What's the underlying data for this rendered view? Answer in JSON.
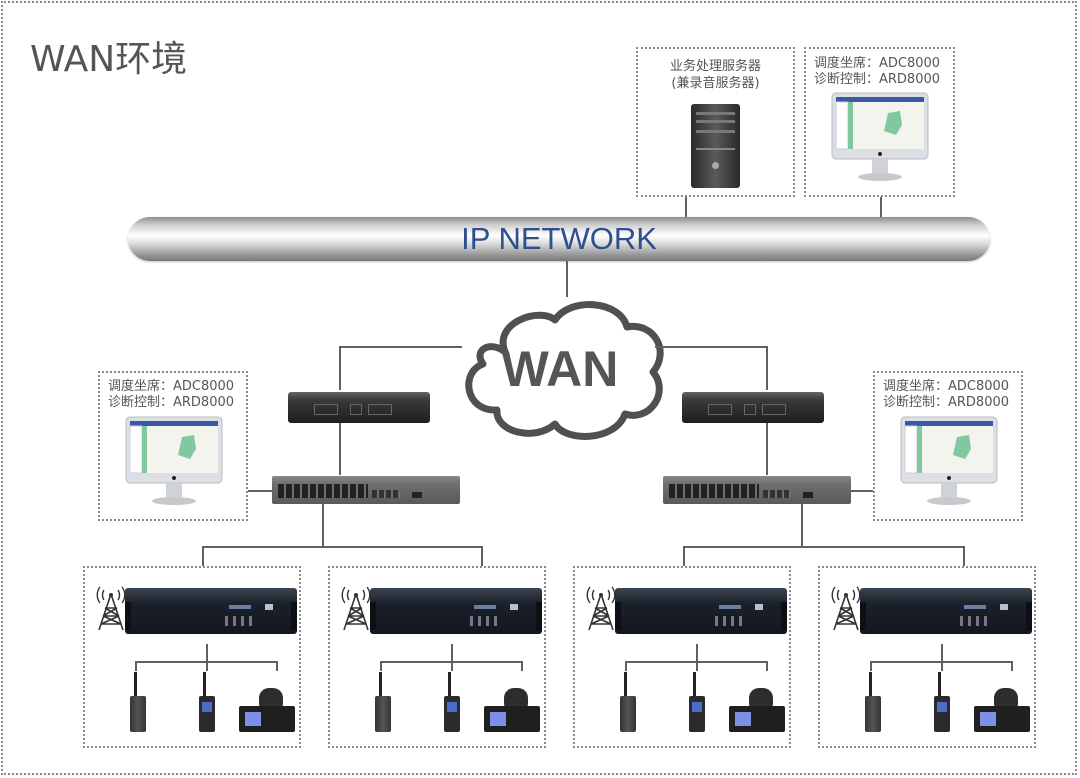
{
  "title": "WAN环境",
  "ip_network": {
    "label": "IP NETWORK"
  },
  "wan_cloud": {
    "label": "WAN"
  },
  "server": {
    "line1": "业务处理服务器",
    "line2": "(兼录音服务器)"
  },
  "consoles": [
    {
      "position": "top-right",
      "line1": "调度坐席：ADC8000",
      "line2": "诊断控制：ARD8000"
    },
    {
      "position": "left",
      "line1": "调度坐席：ADC8000",
      "line2": "诊断控制：ARD8000"
    },
    {
      "position": "right",
      "line1": "调度坐席：ADC8000",
      "line2": "诊断控制：ARD8000"
    }
  ],
  "sites": [
    {
      "name": "left",
      "router": "router",
      "switch": "switch"
    },
    {
      "name": "right",
      "router": "router",
      "switch": "switch"
    }
  ],
  "repeater_groups": [
    {
      "devices": [
        "tower",
        "repeater",
        "portable-radio",
        "handheld-terminal",
        "mobile-radio"
      ]
    },
    {
      "devices": [
        "tower",
        "repeater",
        "portable-radio",
        "handheld-terminal",
        "mobile-radio"
      ]
    },
    {
      "devices": [
        "tower",
        "repeater",
        "portable-radio",
        "handheld-terminal",
        "mobile-radio"
      ]
    },
    {
      "devices": [
        "tower",
        "repeater",
        "portable-radio",
        "handheld-terminal",
        "mobile-radio"
      ]
    }
  ],
  "colors": {
    "pipe_text": "#2d4f8e",
    "line": "#606060",
    "border": "#8a8a8a"
  }
}
